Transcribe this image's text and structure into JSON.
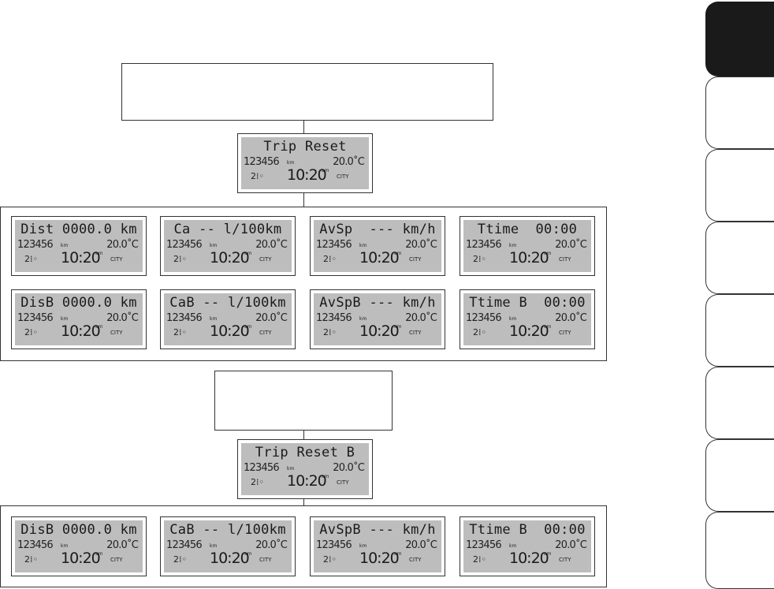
{
  "top_group": {
    "screens": [
      {
        "title": "Dist 0000.0 km"
      },
      {
        "title": "Ca -- l/100km"
      },
      {
        "title": "AvSp  --- km/h"
      },
      {
        "title": "Ttime  00:00"
      },
      {
        "title": "DisB 0000.0 km"
      },
      {
        "title": "CaB -- l/100km"
      },
      {
        "title": "AvSpB --- km/h"
      },
      {
        "title": "Ttime B  00:00"
      }
    ]
  },
  "reset_screen": {
    "title": "Trip Reset"
  },
  "reset_b_screen": {
    "title": "Trip Reset B"
  },
  "bottom_group": {
    "screens": [
      {
        "title": "DisB 0000.0 km"
      },
      {
        "title": "CaB -- l/100km"
      },
      {
        "title": "AvSpB --- km/h"
      },
      {
        "title": "Ttime B  00:00"
      }
    ]
  },
  "status_row": {
    "odometer": "123456",
    "odometer_unit": "km",
    "temperature": "20.0˚C",
    "gear": "2⁞◦",
    "clock": "10:20",
    "ampm": "am",
    "mode": "CITY"
  },
  "colors": {
    "lcd_background": "#bdbdbd",
    "active_tab": "#1a1a1a"
  }
}
